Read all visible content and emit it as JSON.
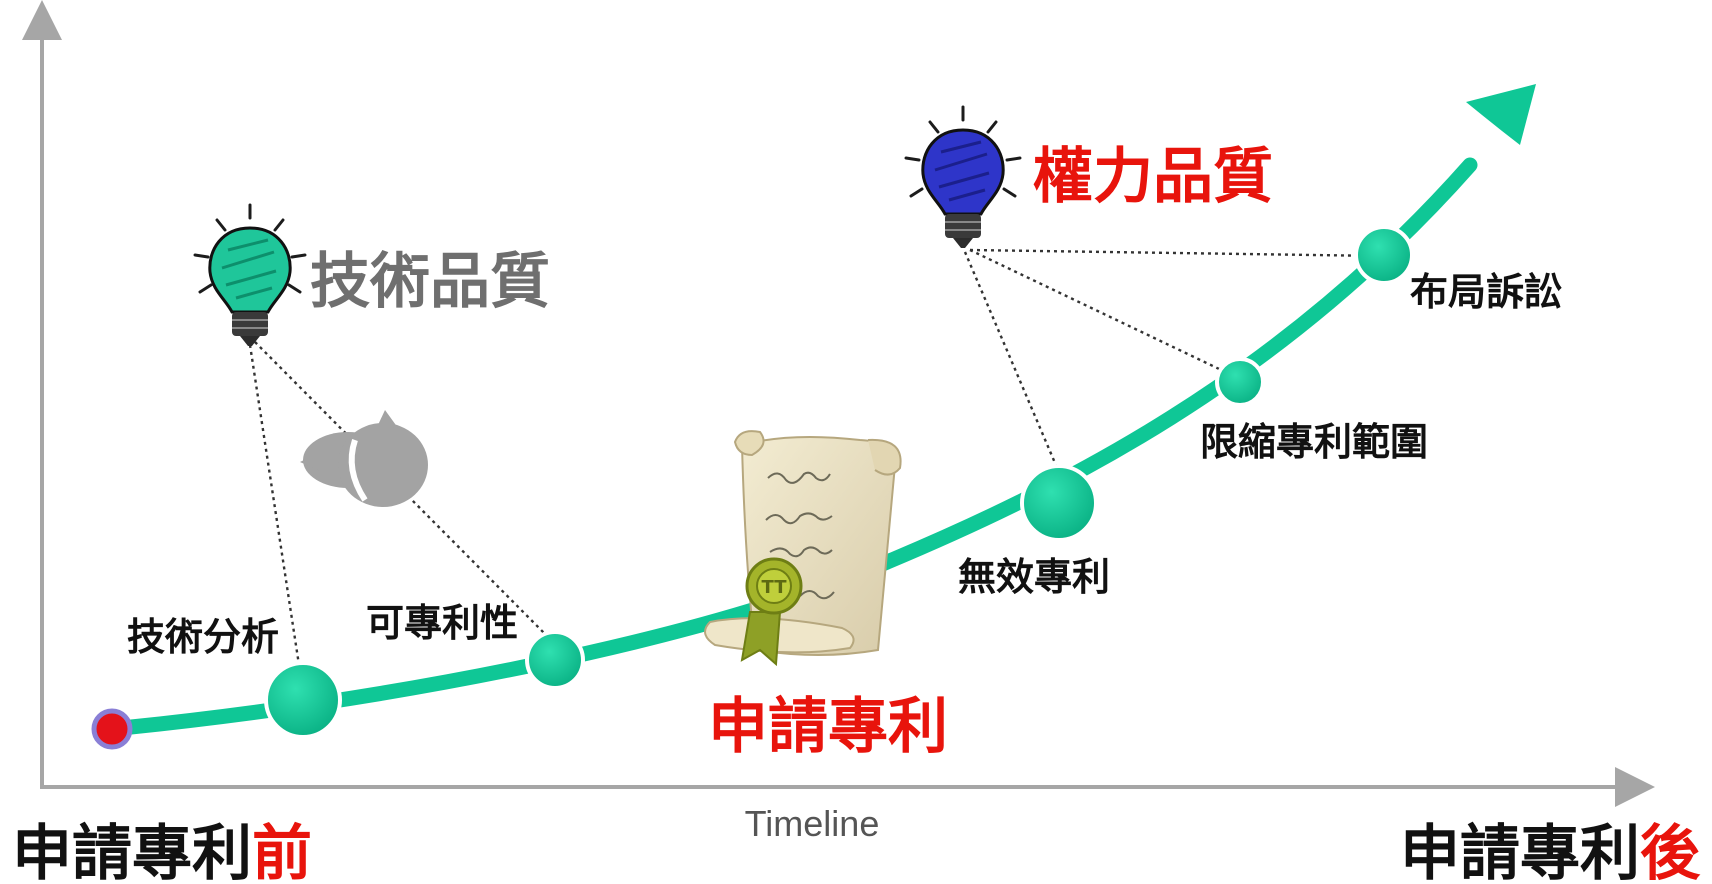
{
  "axis": {
    "x_label": "Timeline"
  },
  "headers": {
    "before": {
      "main": "申請專利",
      "suffix": "前"
    },
    "after": {
      "main": "申請專利",
      "suffix": "後"
    }
  },
  "qualities": {
    "technical": "技術品質",
    "rights": "權力品質"
  },
  "milestones": [
    {
      "id": "analysis",
      "label": "技術分析"
    },
    {
      "id": "patentability",
      "label": "可專利性"
    },
    {
      "id": "apply",
      "label": "申請專利"
    },
    {
      "id": "invalid",
      "label": "無效專利"
    },
    {
      "id": "narrow",
      "label": "限縮專利範圍"
    },
    {
      "id": "litigation",
      "label": "布局訴訟"
    }
  ],
  "colors": {
    "curve": "#0fc796",
    "node": "#10c493",
    "axis": "#a6a6a6",
    "red": "#e8140c",
    "technical_bulb": "#1fc69a",
    "rights_bulb": "#2e35c9",
    "start_dot": "#e4121a",
    "start_ring": "#8a7fd6"
  },
  "icons": {
    "technical_bulb": "lightbulb-icon",
    "rights_bulb": "lightbulb-icon",
    "speech": "speech-bubbles-icon",
    "scroll": "patent-scroll-icon"
  }
}
